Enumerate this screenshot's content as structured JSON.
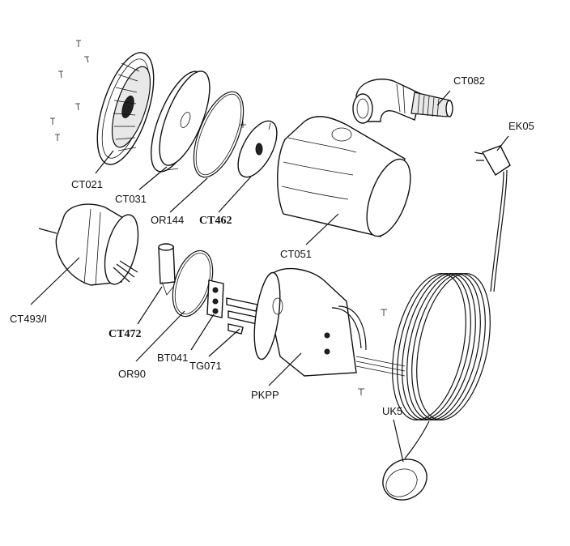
{
  "parts": [
    {
      "code": "CT021"
    },
    {
      "code": "CT031"
    },
    {
      "code": "OR144"
    },
    {
      "code": "CT462"
    },
    {
      "code": "CT051"
    },
    {
      "code": "CT082"
    },
    {
      "code": "EK05"
    },
    {
      "code": "CT493/I"
    },
    {
      "code": "CT472"
    },
    {
      "code": "OR90"
    },
    {
      "code": "BT041"
    },
    {
      "code": "TG071"
    },
    {
      "code": "PKPP"
    },
    {
      "code": "UK5"
    }
  ]
}
